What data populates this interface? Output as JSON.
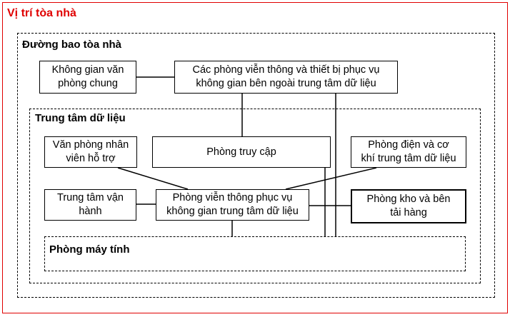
{
  "colors": {
    "site_border": "#e00000",
    "site_title": "#e00000",
    "line": "#000000"
  },
  "site": {
    "title": "Vị trí tòa nhà"
  },
  "building": {
    "title": "Đường bao tòa nhà"
  },
  "data_center": {
    "title": "Trung tâm dữ liệu"
  },
  "computer_room": {
    "title": "Phòng máy tính"
  },
  "boxes": {
    "office_space": {
      "line1": "Không gian văn",
      "line2": "phòng chung"
    },
    "outside_telecom": {
      "line1": "Các phòng viễn thông và thiết bị phục vụ",
      "line2": "không gian bên ngoài trung tâm dữ liệu"
    },
    "support_staff": {
      "line1": "Văn phòng nhân",
      "line2": "viên hỗ trợ"
    },
    "entrance_room": {
      "line1": "Phòng truy cập"
    },
    "electrical_mechanical": {
      "line1": "Phòng điện và cơ",
      "line2": "khí trung tâm dữ liệu"
    },
    "operations_center": {
      "line1": "Trung tâm vận",
      "line2": "hành"
    },
    "inside_telecom": {
      "line1": "Phòng viễn thông phục vụ",
      "line2": "không gian trung tâm dữ liệu"
    },
    "storage_loading": {
      "line1": "Phòng kho và bên",
      "line2": "tải hàng"
    }
  }
}
